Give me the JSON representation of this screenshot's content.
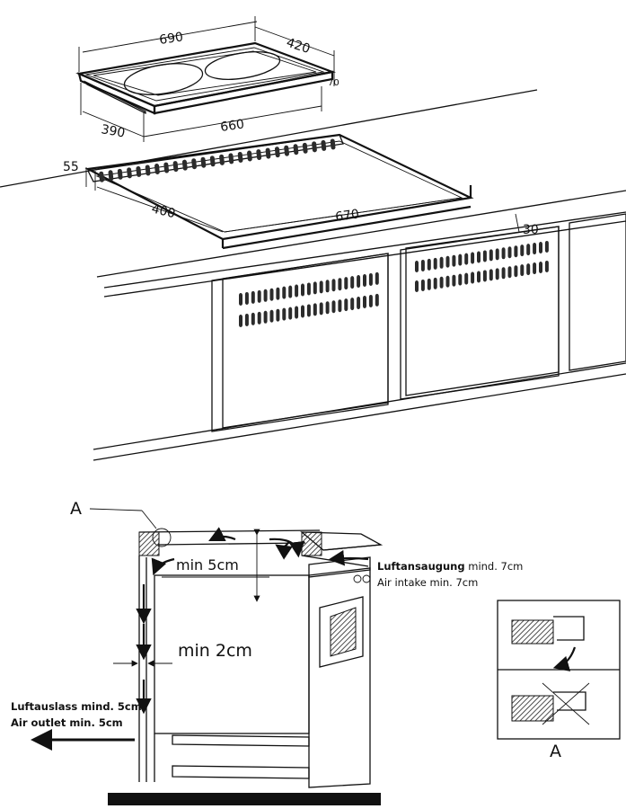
{
  "dimensions": {
    "hob_width": "690",
    "hob_depth": "420",
    "hob_height": "70",
    "hob_base_depth": "390",
    "hob_base_width": "660",
    "cutout_edge": "55",
    "cutout_depth": "400",
    "cutout_width": "670",
    "cutout_offset": "30"
  },
  "section": {
    "detail_marker": "A",
    "min_top_gap": "min  5cm",
    "min_side_gap": "min  2cm",
    "air_intake_de_bold": "Luftansaugung",
    "air_intake_de_rest": " mind. 7cm",
    "air_intake_en": "Air intake min. 7cm",
    "air_outlet_de": "Luftauslass mind. 5cm",
    "air_outlet_en": "Air outlet min. 5cm"
  },
  "detail": {
    "caption": "A"
  }
}
